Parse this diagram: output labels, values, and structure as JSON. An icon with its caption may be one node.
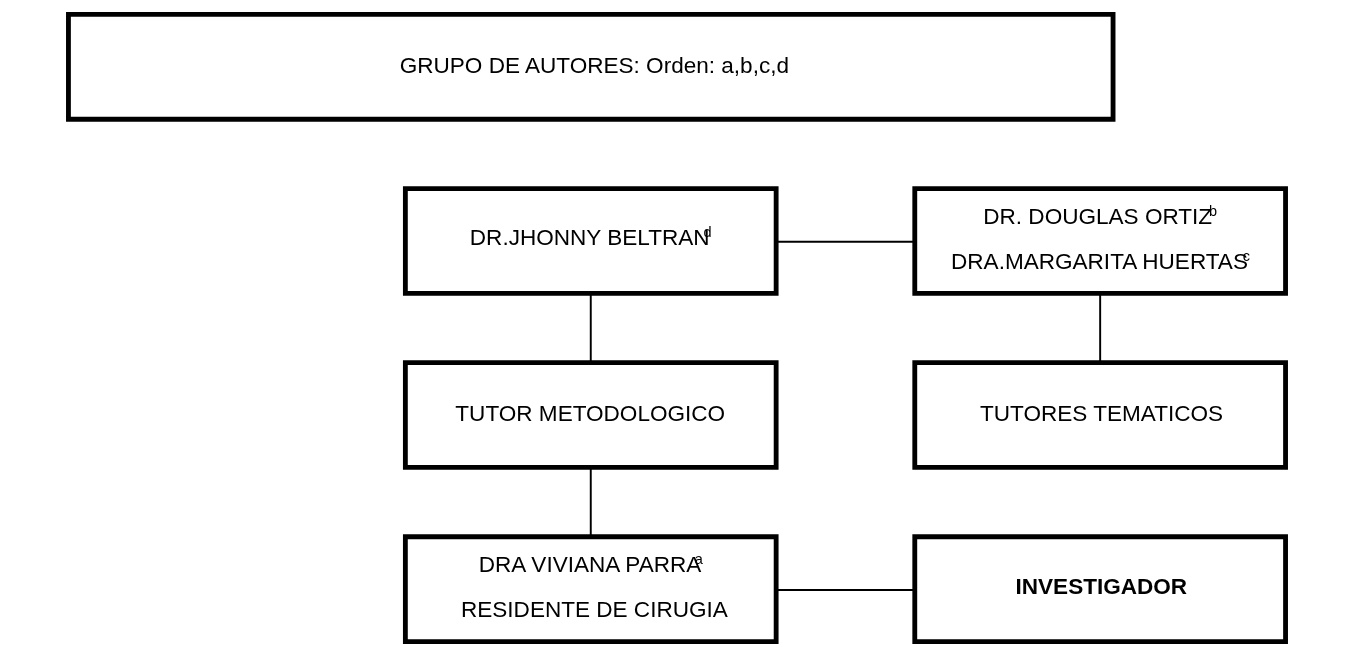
{
  "diagram": {
    "nodes": [
      {
        "text": [
          "GRUPO DE AUTORES: Orden: a,b,c,d"
        ]
      },
      {
        "text": [
          "DR.JHONNY BELTRAN$^{d}$"
        ]
      },
      {
        "text": [
          "DR. DOUGLAS ORTIZ$^{b}$",
          "DRA.MARGARITA HUERTAS$^{c}$"
        ]
      },
      {
        "text": [
          "TUTOR METODOLOGICO"
        ]
      },
      {
        "text": [
          "TUTORES TEMATICOS"
        ]
      },
      {
        "text": [
          "DRA VIVIANA PARRA$^{a}$",
          "RESIDENTE DE CIRUGIA"
        ]
      },
      {
        "text": [
          "INVESTIGADOR"
        ]
      }
    ],
    "edges": [
      {
        "from": 1,
        "to": 2,
        "arrow": "none"
      },
      {
        "from": 1,
        "to": 3,
        "arrow": "none"
      },
      {
        "from": 2,
        "to": 4,
        "arrow": "none"
      },
      {
        "from": 3,
        "to": 5,
        "arrow": "none"
      },
      {
        "from": 5,
        "to": 6,
        "arrow": "none"
      }
    ]
  }
}
